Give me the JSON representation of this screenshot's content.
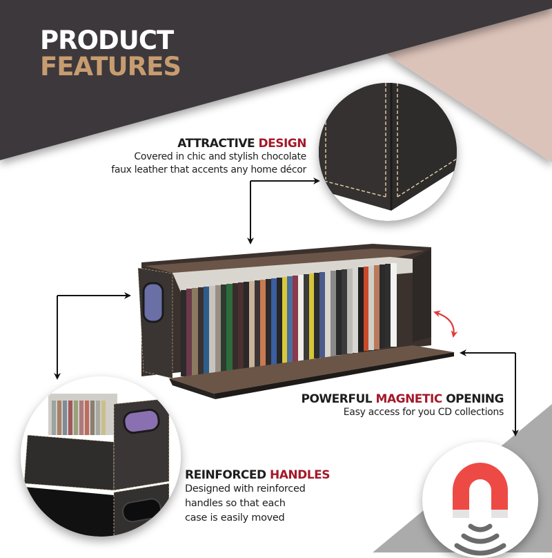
{
  "title": {
    "line1": "PRODUCT",
    "line2": "FEATURES"
  },
  "colors": {
    "dark_band": "#3d393b",
    "blush_band": "#dcc3b9",
    "gray_corner": "#a9a9a9",
    "title_white": "#ffffff",
    "title_gold": "#c79c6f",
    "accent_red": "#a3192a",
    "magnet_red": "#ee4a45",
    "leather_brown": "#3a302c",
    "stitch": "#d8c9a0"
  },
  "features": [
    {
      "id": "attractive-design",
      "heading_main": "ATTRACTIVE",
      "heading_accent": "DESIGN",
      "desc_lines": [
        "Covered in chic and stylish chocolate",
        "faux leather that accents any home décor"
      ]
    },
    {
      "id": "magnetic-opening",
      "heading_main": "POWERFUL",
      "heading_accent": "MAGNETIC",
      "heading_end": "OPENING",
      "desc_lines": [
        "Easy access for you CD collections"
      ]
    },
    {
      "id": "reinforced-handles",
      "heading_main": "REINFORCED",
      "heading_accent": "HANDLES",
      "desc_lines": [
        "Designed with reinforced",
        "handles so that each",
        "case is easily moved"
      ]
    }
  ],
  "icons": {
    "magnet": "magnet-icon",
    "arrows": "callout-arrow-icon",
    "rotate": "double-headed-curved-arrow-icon"
  }
}
